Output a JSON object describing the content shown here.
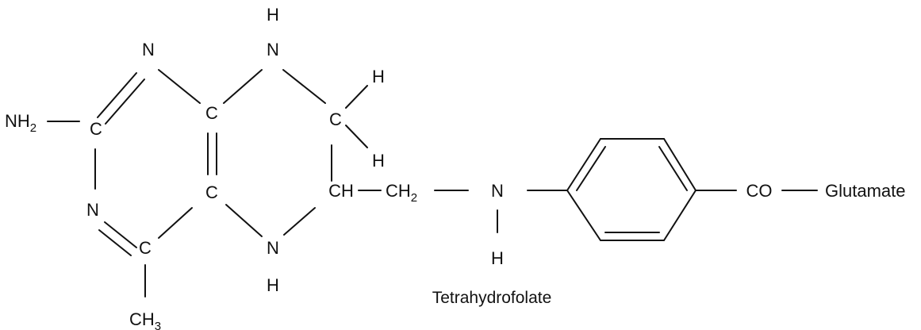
{
  "atoms": {
    "n_top_left": "N",
    "n_top_right": "N",
    "h_on_n_top": "H",
    "c2": "C",
    "c4a": "C",
    "c6": "C",
    "h_c6_upper": "H",
    "h_c6_lower": "H",
    "amino_nh": "NH",
    "amino_sub": "2",
    "n3": "N",
    "c8a": "C",
    "ch": "CH",
    "ch2_base": "CH",
    "ch2_sub": "2",
    "n_amine": "N",
    "h_amine": "H",
    "c4": "C",
    "n_bottom": "N",
    "h_on_n_bottom": "H",
    "methyl_base": "CH",
    "methyl_sub": "3",
    "carbonyl": "CO",
    "glutamate": "Glutamate"
  },
  "caption": "Tetrahydrofolate"
}
